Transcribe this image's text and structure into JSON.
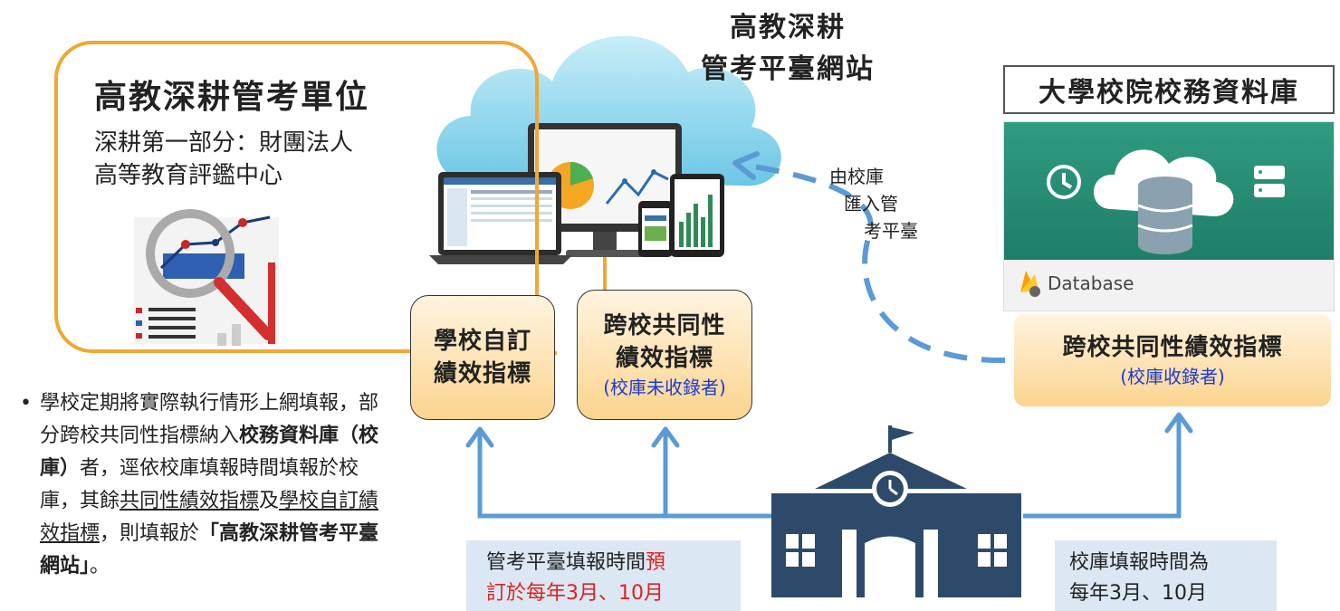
{
  "management": {
    "title": "高教深耕管考單位",
    "sub_line1": "深耕第一部分：財團法人",
    "sub_line2": "高等教育評鑑中心"
  },
  "platform": {
    "title_line1": "高教深耕",
    "title_line2": "管考平臺網站"
  },
  "kpis": {
    "school_self_line1": "學校自訂",
    "school_self_line2": "績效指標",
    "common_line1": "跨校共同性",
    "common_line2": "績效指標",
    "common_note": "(校庫未收錄者)",
    "common_db_title": "跨校共同性績效指標",
    "common_db_note": "(校庫收錄者)"
  },
  "database": {
    "title": "大學校院校務資料庫",
    "label": "Database"
  },
  "import_label": {
    "line1": "由校庫",
    "line2": "匯入管",
    "line3": "考平臺"
  },
  "bullet": {
    "dot": "•",
    "p1": "學校定期將實際執行情形上網填報，部分跨校共同性指標納入",
    "p2": "校務資料庫（校庫）",
    "p3": "者，逕依校庫填報時間填報於校庫，其餘",
    "p4": "共同性績效指標",
    "p5": "及",
    "p6": "學校自訂績效指標",
    "p7": "，則填報於",
    "p8": "「高教深耕管考平臺網站」",
    "p9": "。"
  },
  "notes": {
    "platform_time_a": "管考平臺填報時間",
    "platform_time_b": "預",
    "platform_time_c": "訂於每年3月、10月",
    "db_time_line1": "校庫填報時間為",
    "db_time_line2": "每年3月、10月"
  },
  "colors": {
    "orange_frame": "#f0a830",
    "arrow_blue": "#5b9bd5",
    "dashed_blue": "#5b9bd5",
    "building_navy": "#2e4a6b",
    "db_teal": "#2f9b80",
    "note_bg": "#dbe8f4",
    "note_red": "#e02020",
    "kpi_note_blue": "#1a3bd6"
  },
  "icons": [
    "cloud-icon",
    "devices-icon",
    "chart-magnifier-icon",
    "school-building-icon",
    "clock-icon",
    "server-icon",
    "database-icon",
    "firebase-icon"
  ]
}
